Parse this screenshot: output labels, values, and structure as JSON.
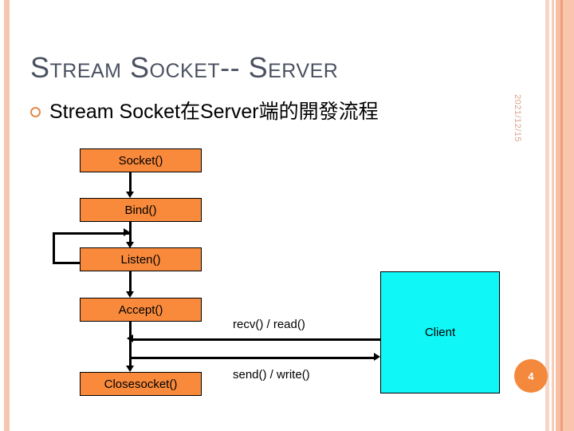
{
  "slide": {
    "title": "Stream Socket-- Server",
    "date": "2021/12/15",
    "page_number": "4",
    "bullet": "Stream Socket在Server端的開發流程",
    "bullet_icon": "circle-outline-bullet-icon",
    "colors": {
      "title_text": "#4b5160",
      "process_box_fill": "#f98a3c",
      "client_box_fill": "#0ff7f7",
      "accent_stripe": "#f6c6b0",
      "badge_fill": "#f4883c"
    }
  },
  "flowchart": {
    "type": "flowchart",
    "nodes": [
      {
        "id": "socket",
        "label": "Socket()",
        "shape": "rect",
        "fill": "#f98a3c"
      },
      {
        "id": "bind",
        "label": "Bind()",
        "shape": "rect",
        "fill": "#f98a3c"
      },
      {
        "id": "listen",
        "label": "Listen()",
        "shape": "rect",
        "fill": "#f98a3c"
      },
      {
        "id": "accept",
        "label": "Accept()",
        "shape": "rect",
        "fill": "#f98a3c"
      },
      {
        "id": "closesocket",
        "label": "Closesocket()",
        "shape": "rect",
        "fill": "#f98a3c"
      },
      {
        "id": "client",
        "label": "Client",
        "shape": "rect",
        "fill": "#0ff7f7"
      }
    ],
    "edges": [
      {
        "from": "socket",
        "to": "bind",
        "label": ""
      },
      {
        "from": "bind",
        "to": "listen",
        "label": ""
      },
      {
        "from": "listen",
        "to": "listen",
        "label": "",
        "kind": "loop-back"
      },
      {
        "from": "listen",
        "to": "accept",
        "label": ""
      },
      {
        "from": "accept",
        "to": "closesocket",
        "label": ""
      },
      {
        "from": "client",
        "to": "accept",
        "label": "recv() / read()",
        "kind": "inbound"
      },
      {
        "from": "closesocket",
        "to": "client",
        "label": "send() / write()",
        "kind": "outbound"
      }
    ],
    "edge_labels": {
      "recv": "recv() / read()",
      "send": "send() / write()"
    }
  }
}
